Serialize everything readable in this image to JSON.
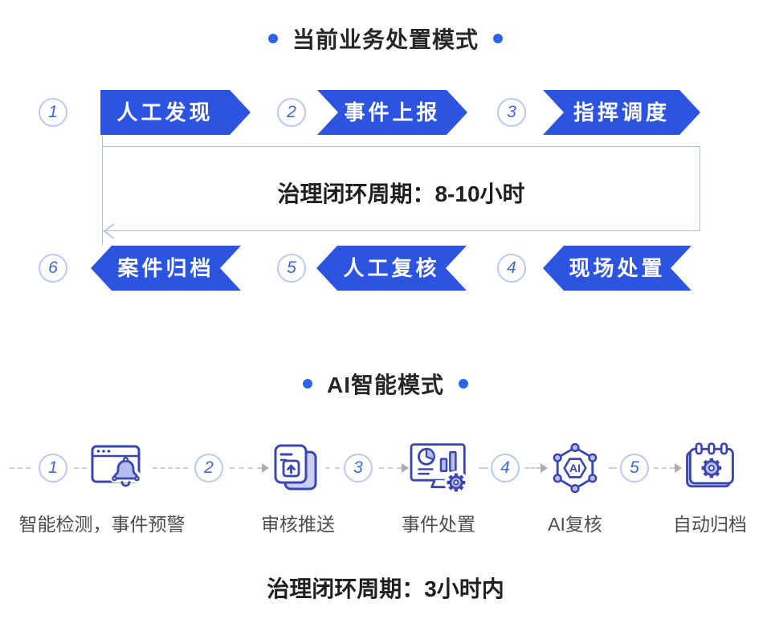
{
  "current_mode": {
    "title": "当前业务处置模式",
    "top_steps": [
      {
        "num": "1",
        "label": "人工发现"
      },
      {
        "num": "2",
        "label": "事件上报"
      },
      {
        "num": "3",
        "label": "指挥调度"
      }
    ],
    "cycle_label": "治理闭环周期：8-10小时",
    "bottom_steps": [
      {
        "num": "6",
        "label": "案件归档"
      },
      {
        "num": "5",
        "label": "人工复核"
      },
      {
        "num": "4",
        "label": "现场处置"
      }
    ]
  },
  "ai_mode": {
    "title": "AI智能模式",
    "steps": [
      {
        "num": "1",
        "icon": "browser-alert-icon",
        "label": "智能检测，事件预警"
      },
      {
        "num": "2",
        "icon": "document-upload-icon",
        "label": "审核推送"
      },
      {
        "num": "3",
        "icon": "monitor-analytics-icon",
        "label": "事件处置"
      },
      {
        "num": "4",
        "icon": "ai-network-icon",
        "label": "AI复核"
      },
      {
        "num": "5",
        "icon": "calendar-gear-icon",
        "label": "自动归档"
      }
    ],
    "cycle_label": "治理闭环周期：3小时内"
  },
  "colors": {
    "chevron_blue": "#2C54E0",
    "title_dot_blue": "#2D64EC",
    "number_blue": "#3F66DB",
    "number_ring": "#B9C8F5",
    "bracket_line": "#A9BDF0",
    "icon_stroke": "#3A45AD",
    "icon_fill": "#B3BDEE",
    "connector_gray": "#CFCFCF",
    "text_dark": "#262626",
    "label_gray": "#4D4D4D"
  }
}
